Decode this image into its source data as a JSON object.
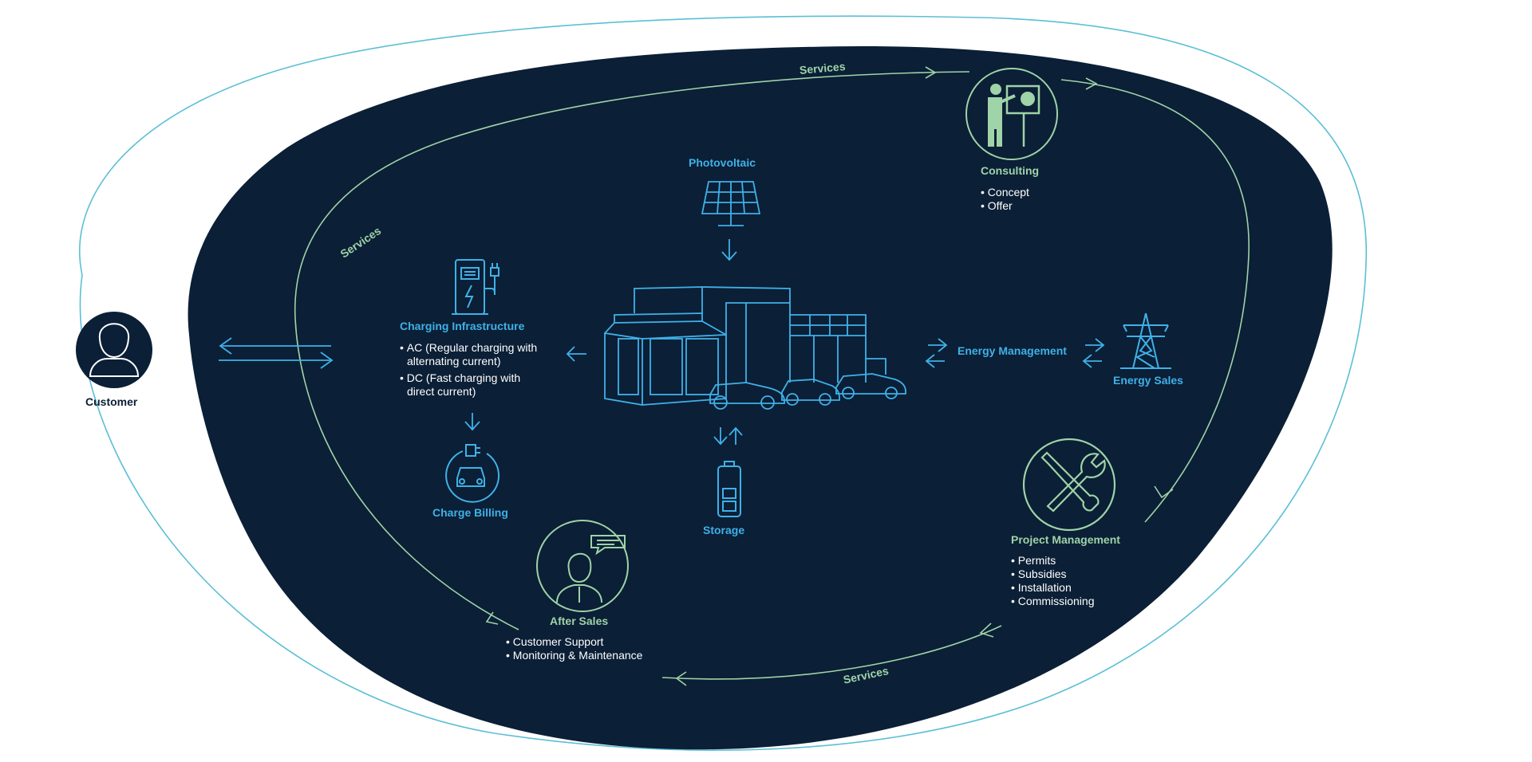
{
  "colors": {
    "navy": "#0b1f36",
    "services_green": "#9fd3a8",
    "tech_blue": "#3fb1e8",
    "outer_ring": "#5bbfd6",
    "background": "#ffffff"
  },
  "customer": {
    "label": "Customer",
    "icon": "person-icon"
  },
  "services": {
    "top_label": "Services",
    "left_label": "Services",
    "bottom_label": "Services",
    "consulting": {
      "title": "Consulting",
      "icon": "presenter-icon",
      "items": [
        "Concept",
        "Offer"
      ]
    },
    "project_management": {
      "title": "Project Management",
      "icon": "tools-icon",
      "items": [
        "Permits",
        "Subsidies",
        "Installation",
        "Commissioning"
      ]
    },
    "after_sales": {
      "title": "After Sales",
      "icon": "support-agent-icon",
      "items": [
        "Customer Support",
        "Monitoring & Maintenance"
      ]
    }
  },
  "technology": {
    "photovoltaic": {
      "title": "Photovoltaic",
      "icon": "solar-panel-icon"
    },
    "charging_infrastructure": {
      "title": "Charging Infrastructure",
      "icon": "charging-station-icon",
      "items": [
        "AC (Regular charging with alternating current)",
        "DC (Fast charging with direct current)"
      ]
    },
    "charge_billing": {
      "title": "Charge Billing",
      "icon": "car-plug-icon"
    },
    "storage": {
      "title": "Storage",
      "icon": "battery-icon"
    },
    "energy_management": {
      "title": "Energy Management"
    },
    "energy_sales": {
      "title": "Energy Sales",
      "icon": "power-pylon-icon"
    },
    "site": {
      "icon": "building-with-cars-icon"
    }
  }
}
